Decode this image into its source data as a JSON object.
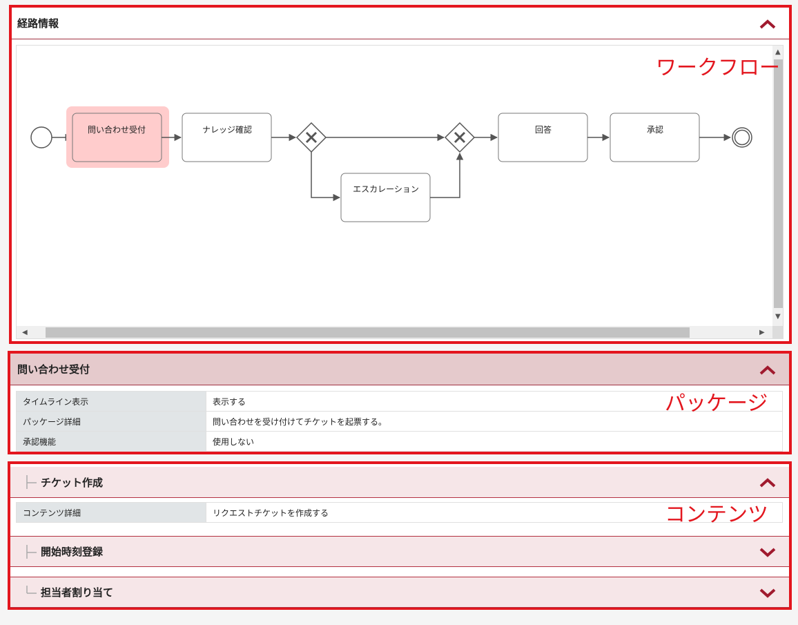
{
  "workflow_panel": {
    "title": "経路情報",
    "annotation": "ワークフロー",
    "nodes": {
      "task1": "問い合わせ受付",
      "task2": "ナレッジ確認",
      "task3": "エスカレーション",
      "task4": "回答",
      "task5": "承認"
    },
    "highlight_color": "#ffcccc"
  },
  "package_panel": {
    "title": "問い合わせ受付",
    "annotation": "パッケージ",
    "rows": [
      {
        "key": "タイムライン表示",
        "value": "表示する"
      },
      {
        "key": "パッケージ詳細",
        "value": "問い合わせを受け付けてチケットを起票する。"
      },
      {
        "key": "承認機能",
        "value": "使用しない"
      }
    ]
  },
  "contents_panel": {
    "annotation": "コンテンツ",
    "items": [
      {
        "title": "チケット作成",
        "expanded": true,
        "detail_key": "コンテンツ詳細",
        "detail_value": "リクエストチケットを作成する"
      },
      {
        "title": "開始時刻登録",
        "expanded": false
      },
      {
        "title": "担当者割り当て",
        "expanded": false
      }
    ]
  },
  "colors": {
    "annotation_red": "#e3161e",
    "chevron": "#a01a2e",
    "header_pink": "#e5cacc",
    "sub_header_pink": "#f6e6e8"
  }
}
